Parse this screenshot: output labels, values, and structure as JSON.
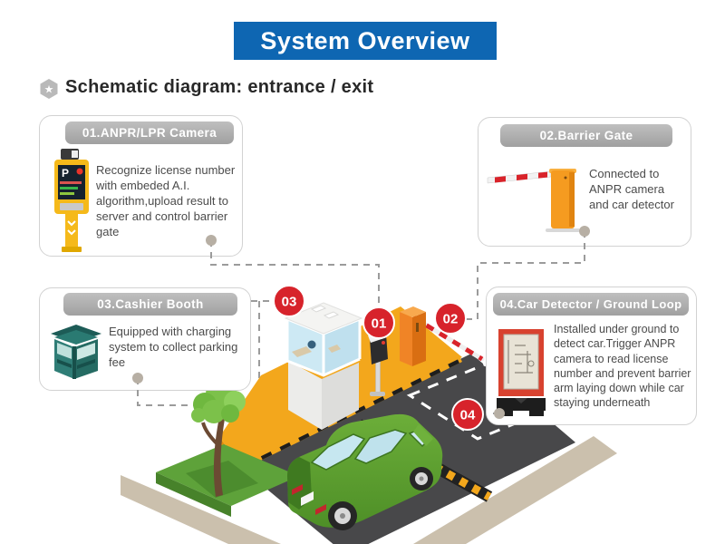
{
  "banner": {
    "title": "System Overview"
  },
  "heading": {
    "text": "Schematic diagram: entrance / exit"
  },
  "callouts": [
    {
      "number": "01",
      "title": "01.ANPR/LPR Camera",
      "body": "Recognize license number with embeded A.I. algorithm,upload result to server and control barrier gate",
      "device_label": "P"
    },
    {
      "number": "02",
      "title": "02.Barrier Gate",
      "body": "Connected to ANPR camera and car detector"
    },
    {
      "number": "03",
      "title": "03.Cashier Booth",
      "body": "Equipped with charging system to collect parking fee"
    },
    {
      "number": "04",
      "title": "04.Car Detector / Ground Loop",
      "body": "Installed under ground to detect car.Trigger ANPR camera to read license number and prevent barrier arm laying down while car staying underneath"
    }
  ],
  "badges": [
    {
      "label": "01"
    },
    {
      "label": "02"
    },
    {
      "label": "03"
    },
    {
      "label": "04"
    }
  ],
  "colors": {
    "banner_blue": "#0e66b2",
    "badge_red": "#d7232b",
    "platform_orange": "#f3a71c",
    "road_gray": "#48484a",
    "grass_green": "#5ea23a",
    "car_green": "#5f9e2f",
    "ribbon_gray": "#aeaeae",
    "curb_beige": "#cbc0ad"
  }
}
